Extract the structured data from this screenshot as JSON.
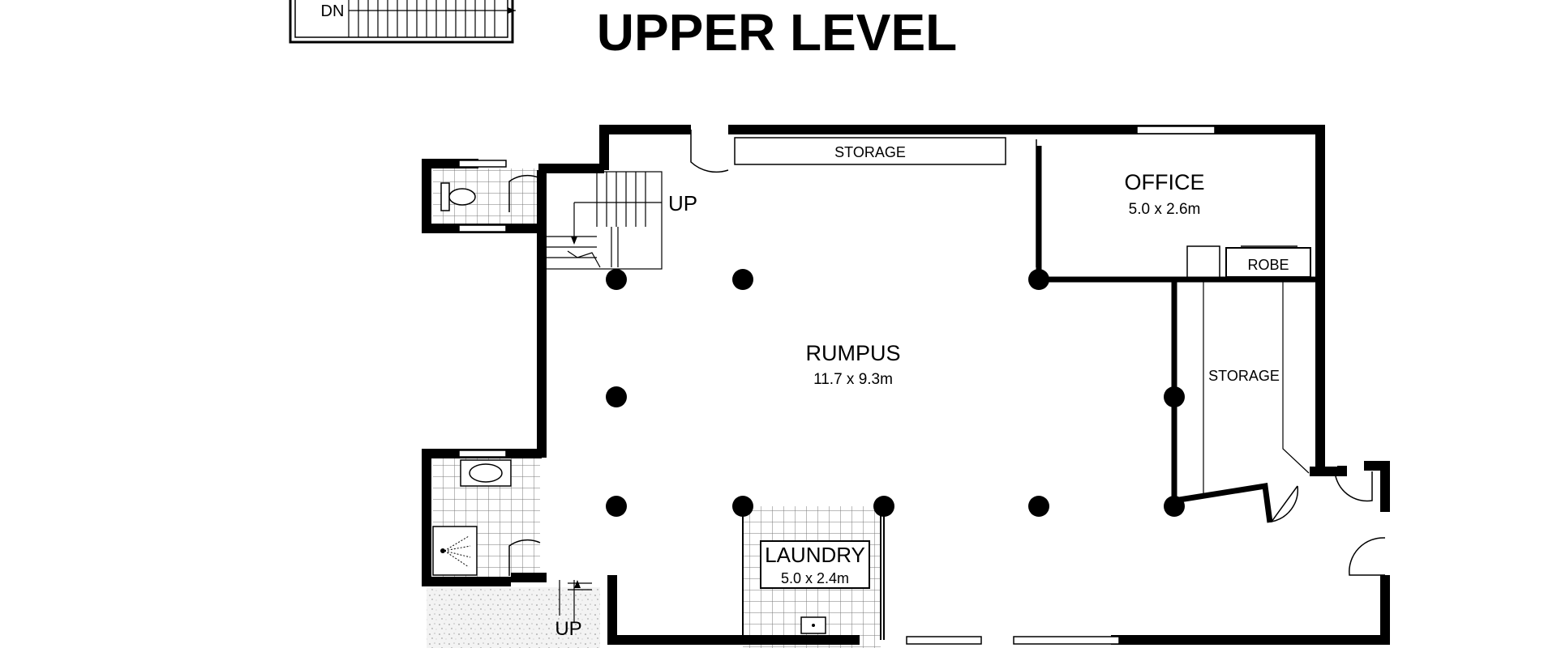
{
  "title": "UPPER LEVEL",
  "stairs": {
    "top_stair_label": "DN",
    "main_stair_label": "UP",
    "lower_stair_label": "UP"
  },
  "rooms": {
    "rumpus": {
      "name": "RUMPUS",
      "size": "11.7 x 9.3m"
    },
    "office": {
      "name": "OFFICE",
      "size": "5.0 x 2.6m"
    },
    "laundry": {
      "name": "LAUNDRY",
      "size": "5.0 x 2.4m"
    },
    "storage_top": {
      "name": "STORAGE"
    },
    "storage_right": {
      "name": "STORAGE"
    },
    "robe": {
      "name": "ROBE"
    }
  },
  "colors": {
    "wall": "#000000",
    "tile": "#777777",
    "background": "#ffffff"
  }
}
